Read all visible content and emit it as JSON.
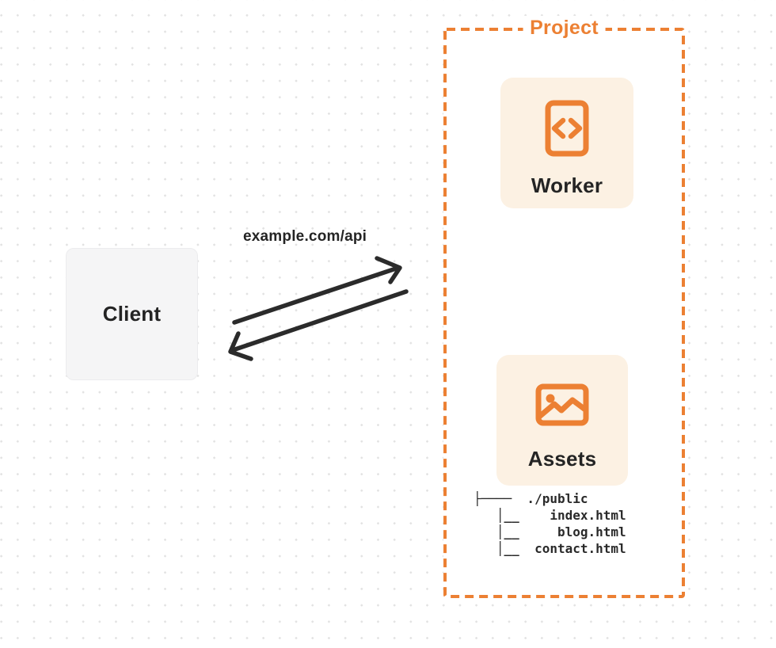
{
  "colors": {
    "accent": "#EC8033",
    "card_bg": "#FCF1E3",
    "client_bg": "#F5F5F6",
    "ink": "#242424",
    "arrow_ink": "#2B2B2B",
    "dot": "#E2E2E2",
    "canvas_bg": "#FFFFFF"
  },
  "client": {
    "label": "Client"
  },
  "request": {
    "url_label": "example.com/api"
  },
  "project": {
    "label": "Project",
    "worker": {
      "label": "Worker",
      "icon": "code-file-icon"
    },
    "assets": {
      "label": "Assets",
      "icon": "image-icon"
    },
    "file_tree": "├────  ./public\n   │__    index.html\n   │__     blog.html\n   │__  contact.html",
    "files": [
      "./public",
      "index.html",
      "blog.html",
      "contact.html"
    ]
  }
}
